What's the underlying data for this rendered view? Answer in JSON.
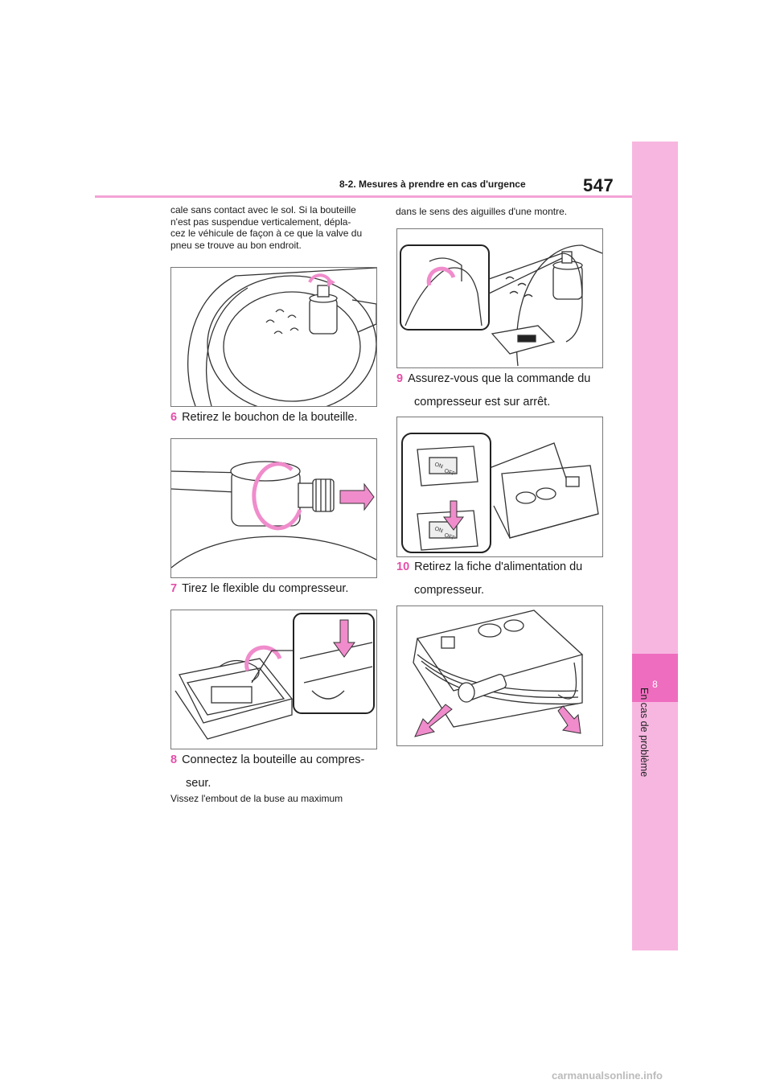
{
  "header": {
    "page_number": "547",
    "section": "8-2. Mesures à prendre en cas d'urgence"
  },
  "side_tab": {
    "chapter_number": "8",
    "chapter_title": "En cas de problème"
  },
  "left_column": {
    "intro": [
      "cale sans contact avec le sol. Si la bouteille",
      "n'est pas suspendue verticalement, dépla-",
      "cez le véhicule de façon à ce que la valve du",
      "pneu se trouve au bon endroit."
    ],
    "step6": {
      "number": "6",
      "text": "Retirez le bouchon de la bouteille."
    },
    "step7": {
      "number": "7",
      "text": "Tirez le flexible du compresseur."
    },
    "step8": {
      "number": "8",
      "line1": "Connectez la bouteille au compres-",
      "line2": "seur."
    },
    "step8_note": "Vissez l'embout de la buse au maximum"
  },
  "right_column": {
    "intro": "dans le sens des aiguilles d'une montre.",
    "step9": {
      "number": "9",
      "line1": "Assurez-vous que la commande du",
      "line2": "compresseur est sur arrêt."
    },
    "switch_labels": {
      "on": "ON",
      "off": "OFF"
    },
    "step10": {
      "number": "10",
      "line1": "Retirez la fiche d'alimentation du",
      "line2": "compresseur."
    }
  },
  "watermark": "carmanualsonline.info",
  "colors": {
    "accent": "#e44fa9",
    "tab": "#f7b6e0",
    "tab_dark": "#ee6dbf",
    "arrow": "#f08ccc"
  }
}
